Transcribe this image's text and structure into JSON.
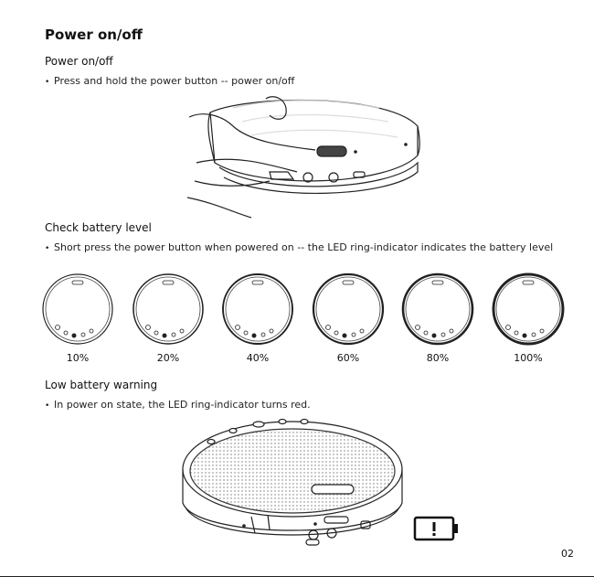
{
  "title": "Power on/off",
  "sections": {
    "power": {
      "heading": "Power on/off",
      "bullet": "Press and hold the power button -- power on/off"
    },
    "battery": {
      "heading": "Check battery level",
      "bullet": "Short press the power button when powered on -- the LED ring-indicator indicates the battery level",
      "levels": [
        "10%",
        "20%",
        "40%",
        "60%",
        "80%",
        "100%"
      ]
    },
    "low": {
      "heading": "Low battery warning",
      "bullet": "In power on state, the LED ring-indicator turns red."
    }
  },
  "page_number": "02"
}
